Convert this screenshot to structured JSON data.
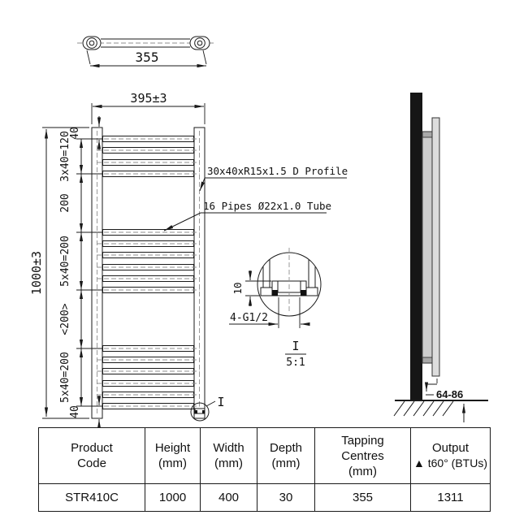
{
  "drawing": {
    "top_view": {
      "tapping_centres_dim": "355"
    },
    "front_view": {
      "width_dim": "395±3",
      "height_dim": "1000±3",
      "seg_top": "40",
      "seg_group1": "3x40=120",
      "seg_gap1": "200",
      "seg_group2": "5x40=200",
      "seg_gap2": "<200>",
      "seg_group3": "5x40=200",
      "seg_bottom": "40",
      "profile_label": "30x40xR15x1.5 D Profile",
      "pipes_label": "16 Pipes Ø22x1.0 Tube",
      "detail_ref": "I"
    },
    "detail_view": {
      "socket_depth_dim": "10",
      "thread_label": "4-G1/2",
      "ref": "I",
      "scale": "5:1"
    },
    "side_view": {
      "wall_distance_dim": "64-86"
    }
  },
  "table": {
    "headers": [
      {
        "lines": [
          "Product",
          "Code"
        ]
      },
      {
        "lines": [
          "Height",
          "(mm)"
        ]
      },
      {
        "lines": [
          "Width",
          "(mm)"
        ]
      },
      {
        "lines": [
          "Depth",
          "(mm)"
        ]
      },
      {
        "lines": [
          "Tapping",
          "Centres",
          "(mm)"
        ]
      },
      {
        "lines": [
          "Output",
          "▲ t60° (BTUs)"
        ]
      }
    ],
    "row": [
      "STR410C",
      "1000",
      "400",
      "30",
      "355",
      "1311"
    ]
  }
}
